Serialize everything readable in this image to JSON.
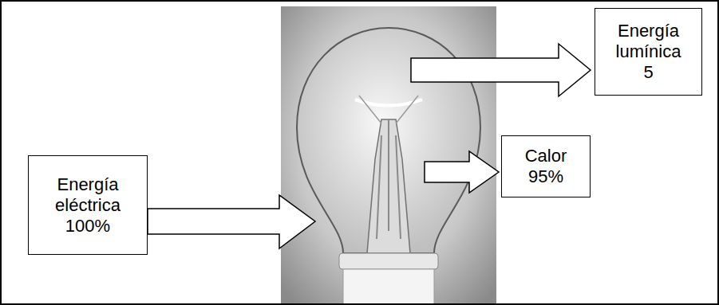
{
  "diagram": {
    "nodes": [
      {
        "text": [
          "Energía lumínica 5"
        ]
      },
      {
        "text": [
          "Calor 95%"
        ]
      },
      {
        "text": [
          "Energía eléctrica 100%"
        ]
      }
    ]
  }
}
